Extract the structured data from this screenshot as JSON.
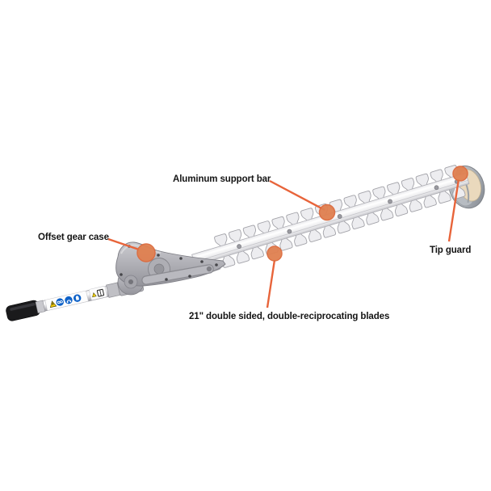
{
  "diagram": {
    "subject": "hedge-trimmer-attachment",
    "accent_color": "#e8643a",
    "dot_fill": "#e08050",
    "dot_stroke": "#dd6b3e",
    "labels": [
      {
        "id": "support-bar",
        "text": "Aluminum support bar"
      },
      {
        "id": "gear-case",
        "text": "Offset gear case"
      },
      {
        "id": "tip-guard",
        "text": "Tip guard"
      },
      {
        "id": "blades",
        "text": "21\" double sided, double-reciprocating blades"
      }
    ],
    "shaft_sticker_icons": [
      "warning-triangle-icon",
      "eye-protection-icon",
      "ear-protection-icon",
      "hand-protection-icon",
      "read-manual-icon"
    ]
  }
}
